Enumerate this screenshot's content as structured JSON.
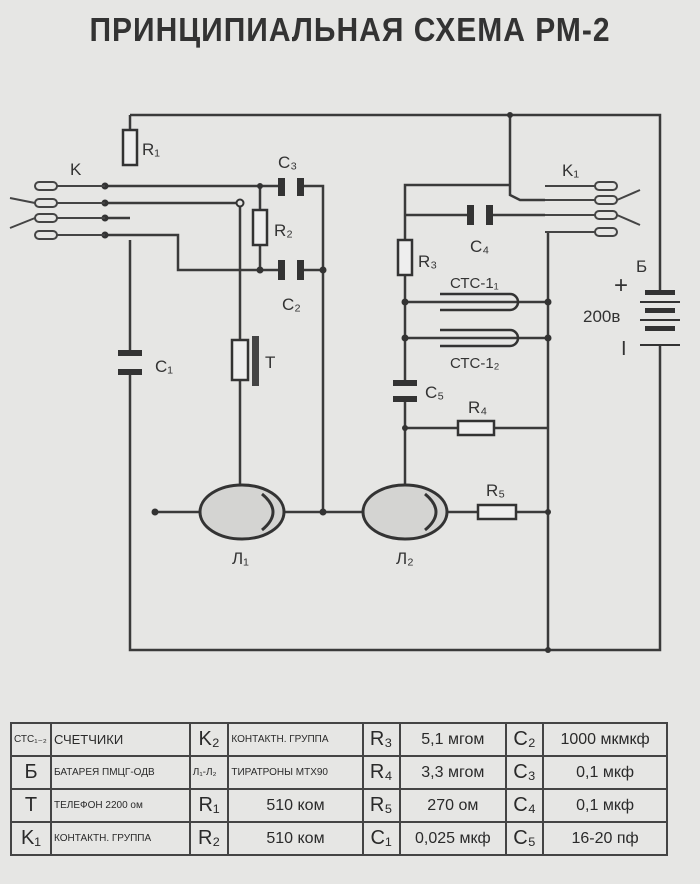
{
  "title": "ПРИНЦИПИАЛЬНАЯ СХЕМА РМ-2",
  "diagram": {
    "labels": {
      "R1": "R₁",
      "R2": "R₂",
      "R3": "R₃",
      "R4": "R₄",
      "R5": "R₅",
      "C1": "C₁",
      "C2": "C₂",
      "C3": "C₃",
      "C4": "C₄",
      "C5": "C₅",
      "K": "K",
      "K1": "K₁",
      "T": "T",
      "L1": "Л₁",
      "L2": "Л₂",
      "CTC1": "СТС-1₁",
      "CTC2": "СТС-1₂",
      "B": "Б",
      "plus": "+",
      "minus": "I",
      "voltage": "200в"
    }
  },
  "table": {
    "rows": [
      [
        {
          "k": "СТС₁₋₂",
          "v": "СЧЕТЧИКИ"
        },
        {
          "k": "K₂",
          "v": "КОНТАКТН. ГРУППА"
        },
        {
          "k": "R₃",
          "v": "5,1 мгом"
        },
        {
          "k": "C₂",
          "v": "1000 мкмкф"
        }
      ],
      [
        {
          "k": "Б",
          "v": "БАТАРЕЯ ПМЦГ-ОДВ"
        },
        {
          "k": "Л₁-Л₂",
          "v": "ТИРАТРОНЫ МТХ90"
        },
        {
          "k": "R₄",
          "v": "3,3 мгом"
        },
        {
          "k": "C₃",
          "v": "0,1 мкф"
        }
      ],
      [
        {
          "k": "T",
          "v": "ТЕЛЕФОН 2200 ом"
        },
        {
          "k": "R₁",
          "v": "510 ком"
        },
        {
          "k": "R₅",
          "v": "270 ом"
        },
        {
          "k": "C₄",
          "v": "0,1 мкф"
        }
      ],
      [
        {
          "k": "K₁",
          "v": "КОНТАКТН. ГРУППА"
        },
        {
          "k": "R₂",
          "v": "510 ком"
        },
        {
          "k": "C₁",
          "v": "0,025 мкф"
        },
        {
          "k": "C₅",
          "v": "16-20 пф"
        }
      ]
    ]
  }
}
